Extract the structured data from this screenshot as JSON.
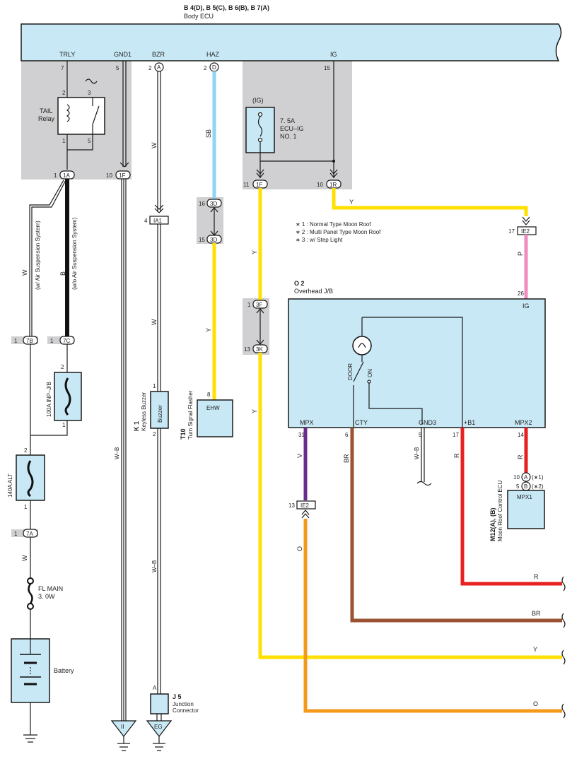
{
  "colors": {
    "yellow": "#ffe000",
    "skyblue": "#8fd4f2",
    "pink": "#f08cc0",
    "violet": "#6a2c8c",
    "brown": "#9a5230",
    "red": "#e82020",
    "orange": "#f39a1c",
    "ecu_fill": "#c8e8f5",
    "shade": "#d0d0d2"
  },
  "ecu": {
    "header": "B 4(D), B 5(C), B 6(B), B 7(A)",
    "name": "Body ECU",
    "pins": {
      "trly": "TRLY",
      "gnd1": "GND1",
      "bzr": "BZR",
      "haz": "HAZ",
      "ig": "IG"
    },
    "pin_nums": {
      "trly": "7",
      "gnd1": "5",
      "bzr": "2",
      "bzr_conn": "A",
      "haz": "2",
      "haz_conn": "D",
      "ig": "15"
    }
  },
  "tail_relay": {
    "label_line1": "TAIL",
    "label_line2": "Relay",
    "pins": {
      "p2": "2",
      "p3": "3",
      "p1": "1",
      "p5": "5"
    }
  },
  "fuse_ecu_ig": {
    "ig": "(IG)",
    "rating": "7. 5A",
    "name_line1": "ECU–IG",
    "name_line2": "NO. 1"
  },
  "connectors": {
    "c1A": {
      "num": "1",
      "id": "1A"
    },
    "c1F": {
      "num": "10",
      "id": "1F"
    },
    "c1F_b": {
      "num": "11",
      "id": "1F"
    },
    "c1R": {
      "num": "10",
      "id": "1R"
    },
    "c3D_16": {
      "num": "16",
      "id": "3D"
    },
    "c3D_15": {
      "num": "15",
      "id": "3D"
    },
    "cIA1": {
      "num": "4",
      "id": "IA1"
    },
    "c3F": {
      "num": "1",
      "id": "3F"
    },
    "c3K": {
      "num": "13",
      "id": "3K"
    },
    "c7B": {
      "num": "1",
      "id": "7B"
    },
    "c7C": {
      "num": "1",
      "id": "7C"
    },
    "c7A": {
      "num": "1",
      "id": "7A"
    },
    "cIE2_top": {
      "num": "17",
      "id": "IE2"
    },
    "cIE2_bot": {
      "num": "13",
      "id": "IE2"
    }
  },
  "wires": {
    "w": "W",
    "b": "B",
    "sb": "SB",
    "y": "Y",
    "p": "P",
    "v": "V",
    "br": "BR",
    "r": "R",
    "o": "O",
    "wb": "W–B",
    "air_w": "(w/ Air Suspension System)",
    "air_wo": "(w/o Air Suspension System)"
  },
  "notes": [
    "∗ 1 : Normal Type Moon Roof",
    "∗ 2 : Multi Panel Type Moon Roof",
    "∗ 3 : w/ Step Light"
  ],
  "o2": {
    "id": "O 2",
    "name": "Overhead J/B",
    "ig_pin": "26",
    "ig": "IG",
    "door": "DOOR",
    "on": "ON",
    "pins": {
      "mpx": "MPX",
      "cty": "CTY",
      "gnd3": "GND3",
      "b1": "+B1",
      "mpx2": "MPX2"
    },
    "pin_nums": {
      "mpx": "31",
      "cty": "6",
      "gnd3": "5",
      "b1": "17",
      "mpx2": "14"
    }
  },
  "k1": {
    "id": "K 1",
    "name": "Keyless Buzzer",
    "inner": "Buzzer",
    "pin1": "1",
    "pin2": "2"
  },
  "t10": {
    "id": "T10",
    "name": "Turn Signal Flasher",
    "inner": "EHW",
    "pin": "8"
  },
  "inp_jb": {
    "name": "100A INP–J/B",
    "pin2": "2",
    "pin1": "1"
  },
  "alt": {
    "name": "140A ALT",
    "pin2": "2",
    "pin1": "1"
  },
  "fl_main": {
    "line1": "FL MAIN",
    "line2": "3. 0W"
  },
  "battery": "Battery",
  "j5": {
    "id": "J 5",
    "line1": "Junction",
    "line2": "Connector",
    "pin": "A"
  },
  "m12": {
    "id": "M12(A), (B)",
    "name": "Moon Roof Control ECU",
    "inner": "MPX1",
    "a_num": "10",
    "a_id": "A",
    "a_note": "(∗1)",
    "b_num": "5",
    "b_id": "B",
    "b_note": "(∗2)"
  },
  "grounds": {
    "g1": "II",
    "g2": "EG"
  },
  "out_labels": {
    "r": "R",
    "br": "BR",
    "y": "Y",
    "o": "O"
  }
}
